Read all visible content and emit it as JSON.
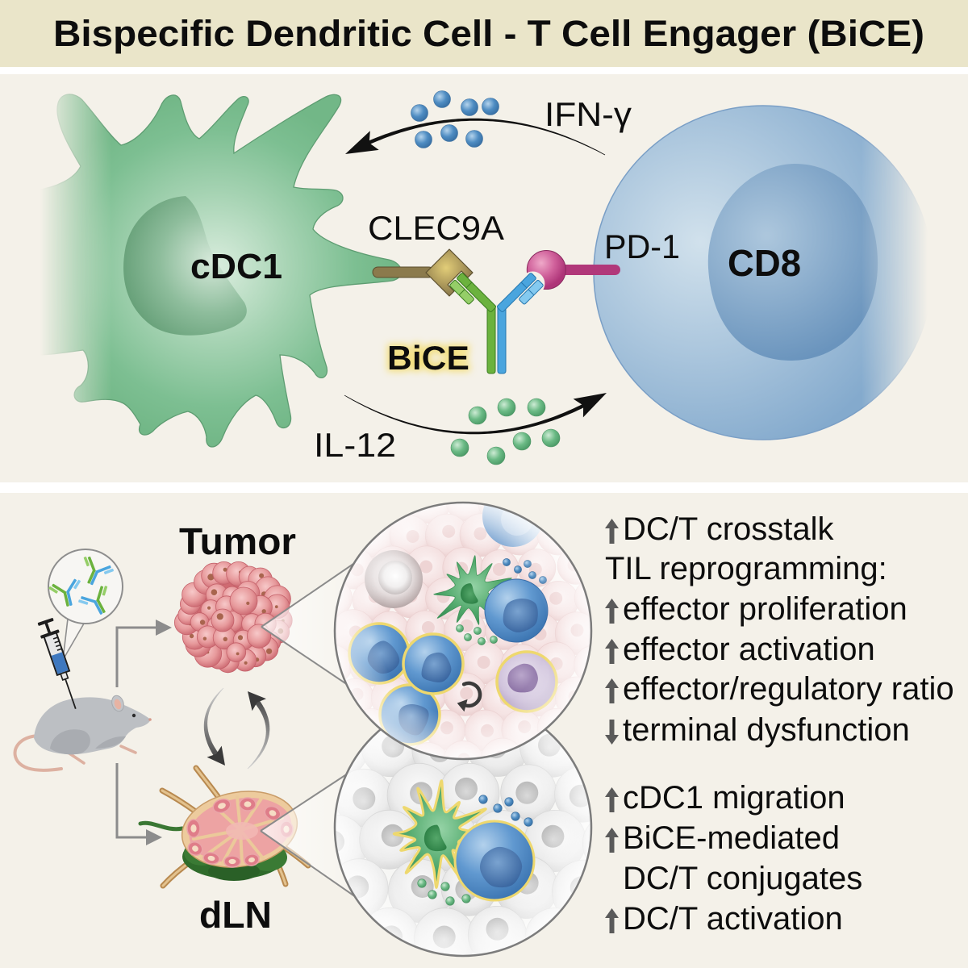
{
  "title": "Bispecific Dendritic Cell - T Cell Engager (BiCE)",
  "mechanism_panel": {
    "dendritic_cell_label": "cDC1",
    "t_cell_label": "CD8",
    "dc_receptor_label": "CLEC9A",
    "t_cell_receptor_label": "PD-1",
    "engager_label": "BiCE",
    "cytokine_top": {
      "label": "IFN-γ",
      "from": "CD8",
      "to": "cDC1"
    },
    "cytokine_bottom": {
      "label": "IL-12",
      "from": "cDC1",
      "to": "CD8"
    }
  },
  "in_vivo_panel": {
    "tumor_label": "Tumor",
    "dln_label": "dLN",
    "tumor_findings": [
      {
        "arrow": "up",
        "text": "DC/T crosstalk"
      },
      {
        "arrow": "none",
        "text": "TIL reprogramming:"
      },
      {
        "arrow": "up",
        "text": "effector proliferation"
      },
      {
        "arrow": "up",
        "text": "effector activation"
      },
      {
        "arrow": "up",
        "text": "effector/regulatory ratio"
      },
      {
        "arrow": "down",
        "text": "terminal dysfunction"
      }
    ],
    "dln_findings": [
      {
        "arrow": "up",
        "text": "cDC1 migration"
      },
      {
        "arrow": "up",
        "text": "BiCE-mediated"
      },
      {
        "arrow": "none",
        "text": "DC/T conjugates"
      },
      {
        "arrow": "up",
        "text": "DC/T activation"
      }
    ]
  },
  "colors": {
    "title_band": "#EAE5C9",
    "panel_background": "#F4F1E9",
    "dendritic_cell": "#7DBF92",
    "t_cell": "#ABC6DD",
    "clec9a": "#8B7A4C",
    "pd1": "#B1387A",
    "bice_clec9a_arm": "#6BB23E",
    "bice_pd1_arm": "#4AA5DE",
    "ifn_gamma": "#4E8CC2",
    "il12": "#6BBA85",
    "activated_cell_outline": "#EED86E",
    "bice_highlight": "#F3DE78",
    "indicator_arrow": "#5A5A5A"
  }
}
